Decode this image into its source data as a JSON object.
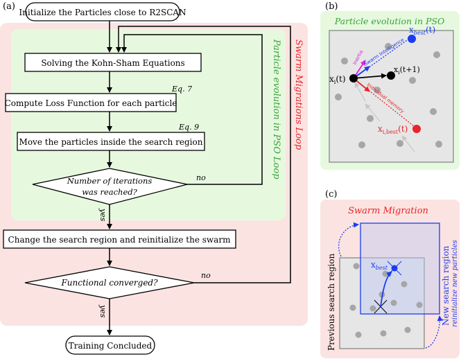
{
  "panel_a": {
    "label": "(a)",
    "start": "Initialize the Particles close to R2SCAN",
    "kohn_sham": "Solving the Kohn-Sham Equations",
    "loss": "Compute Loss Function for each particle",
    "loss_eq": "Eq. 7",
    "move": "Move the particles inside  the search region",
    "move_eq": "Eq. 9",
    "iter_q_line1": "Number of iterations",
    "iter_q_line2": "was reached?",
    "iter_no": "no",
    "iter_yes": "yes",
    "reinit": "Change the search region and reinitialize the swarm",
    "conv_q": "Functional converged?",
    "conv_no": "no",
    "conv_yes": "yes",
    "end": "Training Concluded",
    "pso_loop": "Particle evolution in PSO Loop",
    "migration_loop": "Swarm Migrations Loop"
  },
  "panel_b": {
    "label": "(b)",
    "title": "Particle evolution in PSO",
    "xbest": "x",
    "xbest_sub": "best",
    "xbest_t": "(t)",
    "xi": "x",
    "xi_sub": "i",
    "xi_t": "(t)",
    "xi1": "x",
    "xi1_sub": "i",
    "xi1_t": "(t+1)",
    "xibest": "x",
    "xibest_sub": "i,best",
    "xibest_t": "(t)",
    "inertia": "Inertia",
    "swarm_int": "Swarm Intelligence",
    "indiv_mem": "Individual memory"
  },
  "panel_c": {
    "label": "(c)",
    "title": "Swarm Migration",
    "prev_region": "Previous search region",
    "new_region": "New search region",
    "reinit_note": "reinitialize new particles",
    "xbest": "x",
    "xbest_sub": "best"
  },
  "colors": {
    "pink_bg": "#fbe3e1",
    "green_bg": "#e6f9df",
    "red_text": "#e8252a",
    "green_text": "#3aa23a",
    "blue": "#1a3cf0",
    "magenta": "#e020e0",
    "gray_box": "#e6e6e6"
  }
}
